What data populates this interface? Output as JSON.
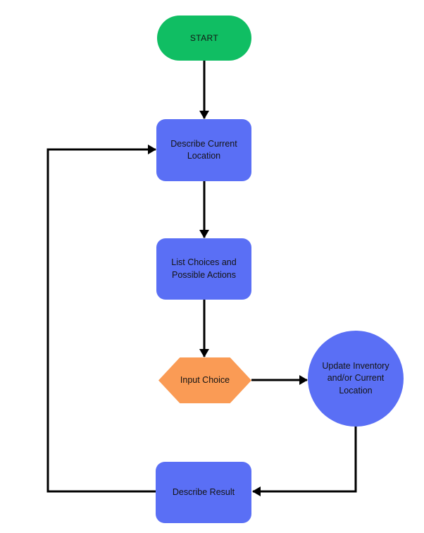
{
  "colors": {
    "node_green": "#10be63",
    "node_blue": "#5a6ff5",
    "node_orange": "#fa9b55",
    "connector": "#000000",
    "text": "#141414",
    "background": "#ffffff"
  },
  "flowchart": {
    "nodes": {
      "start": {
        "label": "START",
        "shape": "terminator-pill"
      },
      "describe_location": {
        "label": "Describe Current Location",
        "shape": "rounded-rectangle"
      },
      "list_choices": {
        "label": "List Choices and Possible Actions",
        "shape": "rounded-rectangle"
      },
      "input_choice": {
        "label": "Input Choice",
        "shape": "hexagon"
      },
      "update_inventory": {
        "label": "Update Inventory and/or Current Location",
        "shape": "circle"
      },
      "describe_result": {
        "label": "Describe Result",
        "shape": "rounded-rectangle"
      }
    },
    "edges": [
      {
        "from": "start",
        "to": "describe_location"
      },
      {
        "from": "describe_location",
        "to": "list_choices"
      },
      {
        "from": "list_choices",
        "to": "input_choice"
      },
      {
        "from": "input_choice",
        "to": "update_inventory"
      },
      {
        "from": "update_inventory",
        "to": "describe_result"
      },
      {
        "from": "describe_result",
        "to": "describe_location"
      }
    ]
  }
}
